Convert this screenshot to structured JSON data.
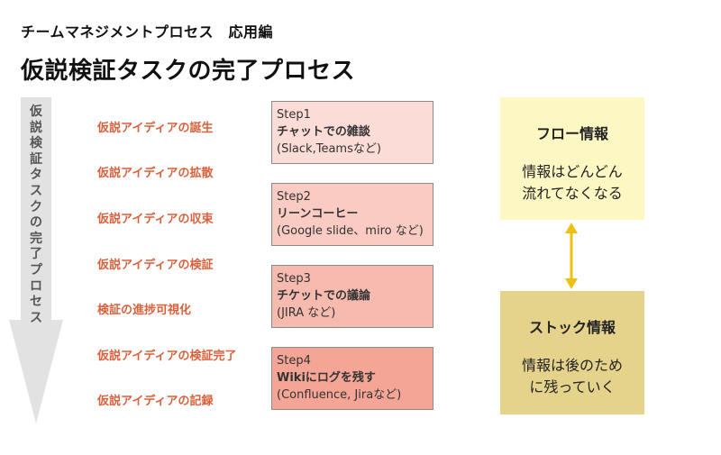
{
  "header": {
    "subtitle": "チームマネジメントプロセス　応用編",
    "title": "仮説検証タスクの完了プロセス"
  },
  "flow": {
    "arrow_label": "仮説検証タスクの完了プロセス"
  },
  "phases": [
    "仮説アイディアの誕生",
    "仮説アイディアの拡散",
    "仮説アイディアの収束",
    "仮説アイディアの検証",
    "検証の進捗可視化",
    "仮説アイディアの検証完了",
    "仮説アイディアの記録"
  ],
  "steps": [
    {
      "label": "Step1",
      "title": "チャットでの雑談",
      "detail": "(Slack,Teamsなど)"
    },
    {
      "label": "Step2",
      "title": "リーンコーヒー",
      "detail": "(Google slide、miro など)"
    },
    {
      "label": "Step3",
      "title": "チケットでの議論",
      "detail": "(JIRA など)"
    },
    {
      "label": "Step4",
      "title": "Wikiにログを残す",
      "detail": "(Confluence, Jiraなど)"
    }
  ],
  "flow_box": {
    "title": "フロー情報",
    "line1": "情報はどんどん",
    "line2": "流れてなくなる"
  },
  "stock_box": {
    "title": "ストック情報",
    "line1": "情報は後のため",
    "line2": "に残っていく"
  },
  "colors": {
    "phase_text": "#d9603b",
    "step1_fill": "#fbdcd6",
    "step2_fill": "#f9cbc2",
    "step3_fill": "#f7baae",
    "step4_fill": "#f5a595",
    "flow_fill": "#fdf7c3",
    "stock_fill": "#e5d38c",
    "connector": "#f0c010",
    "arrow_fill": "#e2e2e2"
  }
}
